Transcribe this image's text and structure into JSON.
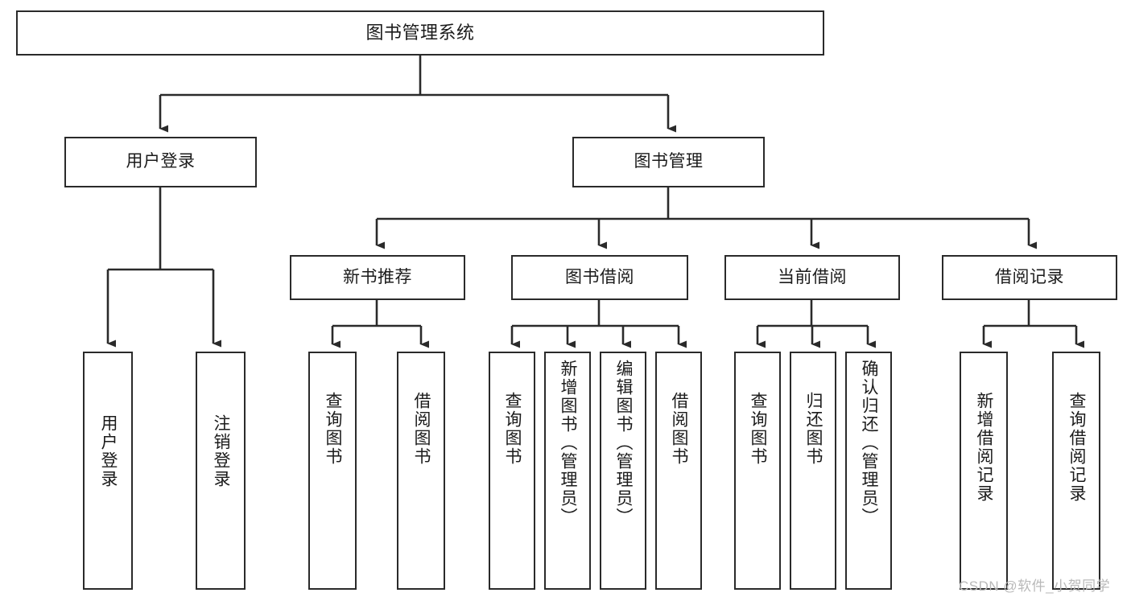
{
  "diagram": {
    "title": "图书管理系统",
    "watermark": "CSDN @软件_小贺同学",
    "colors": {
      "border": "#2a2a2a",
      "background": "#ffffff",
      "text": "#1b1b1b",
      "edge": "#2a2a2a",
      "watermark": "#b9b9b9"
    },
    "nodes": {
      "root": {
        "label": "图书管理系统"
      },
      "level1": [
        {
          "label": "用户登录"
        },
        {
          "label": "图书管理"
        }
      ],
      "level2": [
        {
          "label": "新书推荐"
        },
        {
          "label": "图书借阅"
        },
        {
          "label": "当前借阅"
        },
        {
          "label": "借阅记录"
        }
      ],
      "leaves": {
        "user_login": [
          {
            "label": "用户登录"
          },
          {
            "label": "注销登录"
          }
        ],
        "new_book": [
          {
            "label": "查询图书"
          },
          {
            "label": "借阅图书"
          }
        ],
        "book_borrow": [
          {
            "label": "查询图书"
          },
          {
            "label": "新增图书（管理员）"
          },
          {
            "label": "编辑图书（管理员）"
          },
          {
            "label": "借阅图书"
          }
        ],
        "current_borrow": [
          {
            "label": "查询图书"
          },
          {
            "label": "归还图书"
          },
          {
            "label": "确认归还（管理员）"
          }
        ],
        "borrow_record": [
          {
            "label": "新增借阅记录"
          },
          {
            "label": "查询借阅记录"
          }
        ]
      }
    }
  }
}
